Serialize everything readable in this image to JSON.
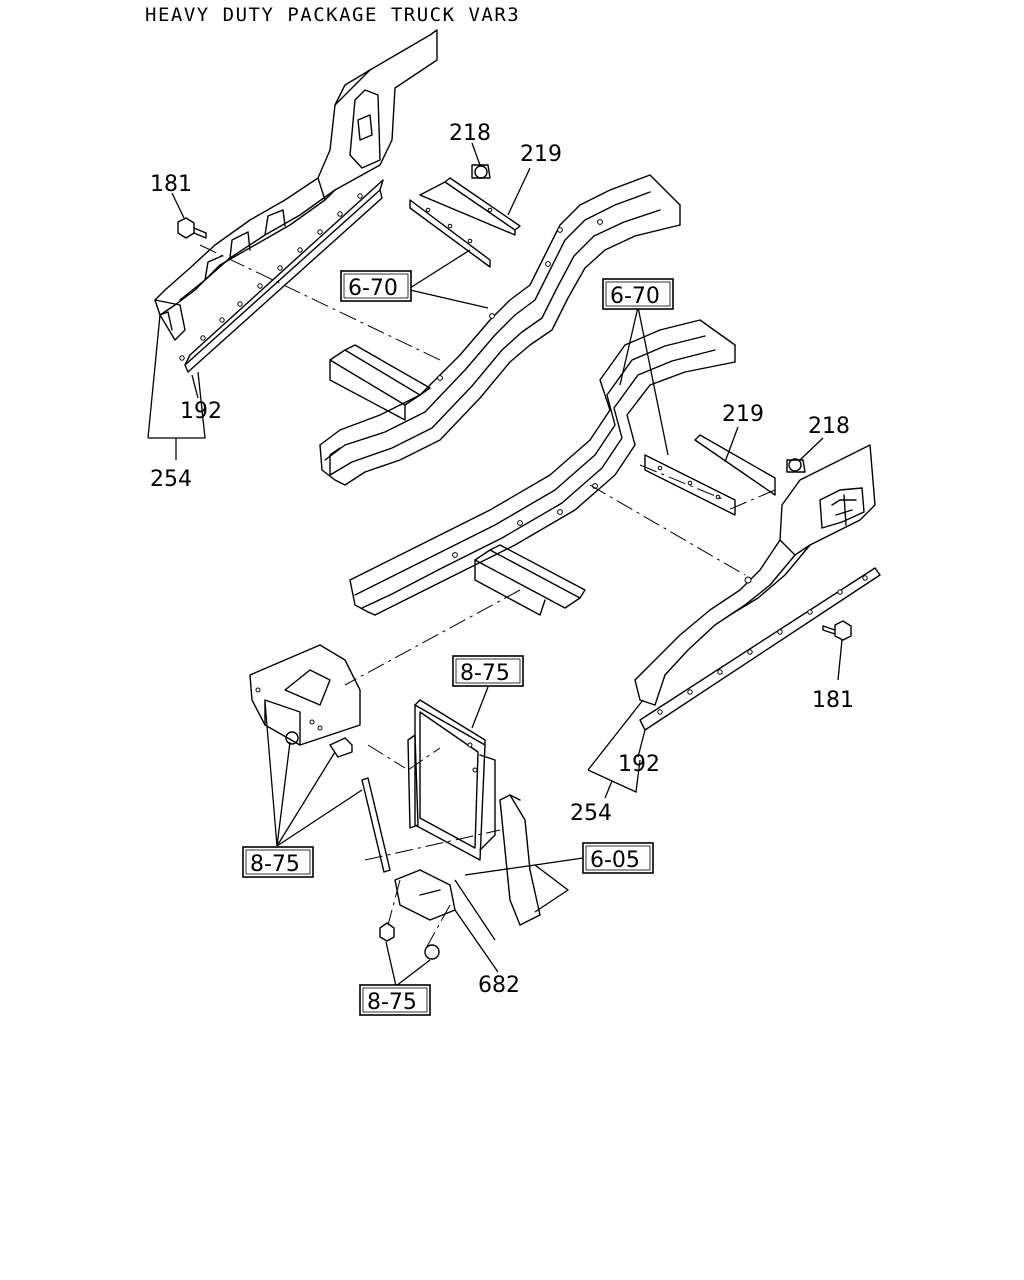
{
  "title": "HEAVY DUTY PACKAGE TRUCK VAR3",
  "callouts": {
    "c181_left": "181",
    "c218_top": "218",
    "c219_top": "219",
    "c192_left": "192",
    "c254_left": "254",
    "c219_right": "219",
    "c218_right": "218",
    "c181_right": "181",
    "c192_right": "192",
    "c254_right": "254",
    "c682": "682"
  },
  "references": {
    "ref_670_left": "6-70",
    "ref_670_right": "6-70",
    "ref_875_top": "8-75",
    "ref_875_left": "8-75",
    "ref_875_bottom": "8-75",
    "ref_605": "6-05"
  }
}
